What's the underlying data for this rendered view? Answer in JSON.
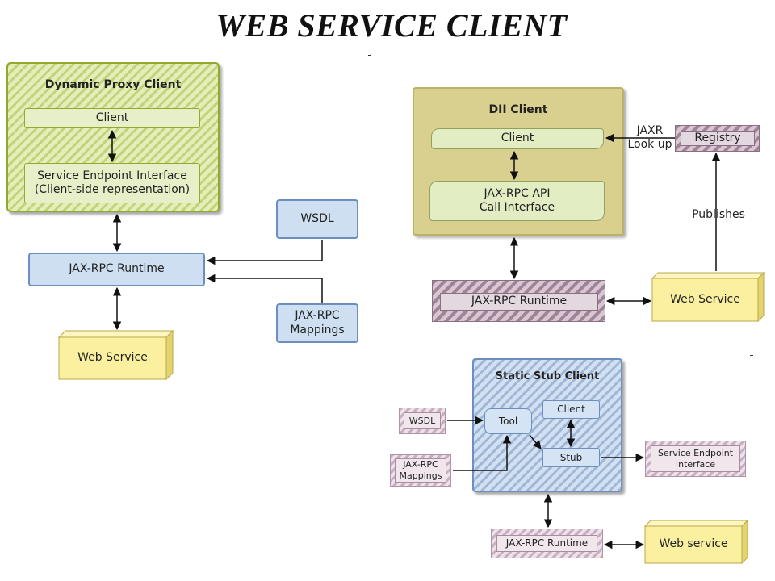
{
  "title": "WEB SERVICE CLIENT",
  "dynamic_proxy": {
    "group_title": "Dynamic Proxy Client",
    "client": "Client",
    "sei": "Service Endpoint Interface\n(Client-side representation)",
    "runtime": "JAX-RPC Runtime",
    "wsdl": "WSDL",
    "mappings": "JAX-RPC\nMappings",
    "web_service": "Web Service"
  },
  "dii": {
    "group_title": "DII Client",
    "client": "Client",
    "api": "JAX-RPC API\nCall Interface",
    "registry": "Registry",
    "jaxr": "JAXR\nLook up",
    "publishes": "Publishes",
    "runtime": "JAX-RPC Runtime",
    "web_service": "Web Service"
  },
  "static_stub": {
    "group_title": "Static Stub Client",
    "client": "Client",
    "tool": "Tool",
    "stub": "Stub",
    "wsdl": "WSDL",
    "mappings": "JAX-RPC\nMappings",
    "sei": "Service Endpoint\nInterface",
    "runtime": "JAX-RPC Runtime",
    "web_service": "Web service"
  },
  "colors": {
    "proxy_green": "#c2d47a",
    "blue": "#cddff0",
    "olive": "#d9cf8f",
    "yellow": "#fbf0a0",
    "purple_hatch": "#a08397"
  }
}
